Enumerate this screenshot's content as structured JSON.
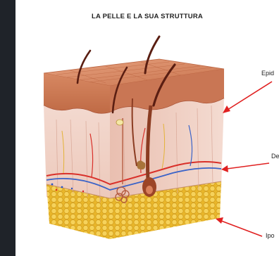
{
  "title": "LA PELLE E LA SUA STRUTTURA",
  "labels": {
    "epidermide": "Epid",
    "derma": "De",
    "ipoderma": "Ipo"
  },
  "colors": {
    "background_dark": "#1f2329",
    "panel": "#ffffff",
    "epidermis": "#d9896a",
    "dermis": "#f1d3c8",
    "fat": "#f0c43a",
    "hair": "#5a1e12",
    "arrow": "#e02020"
  }
}
